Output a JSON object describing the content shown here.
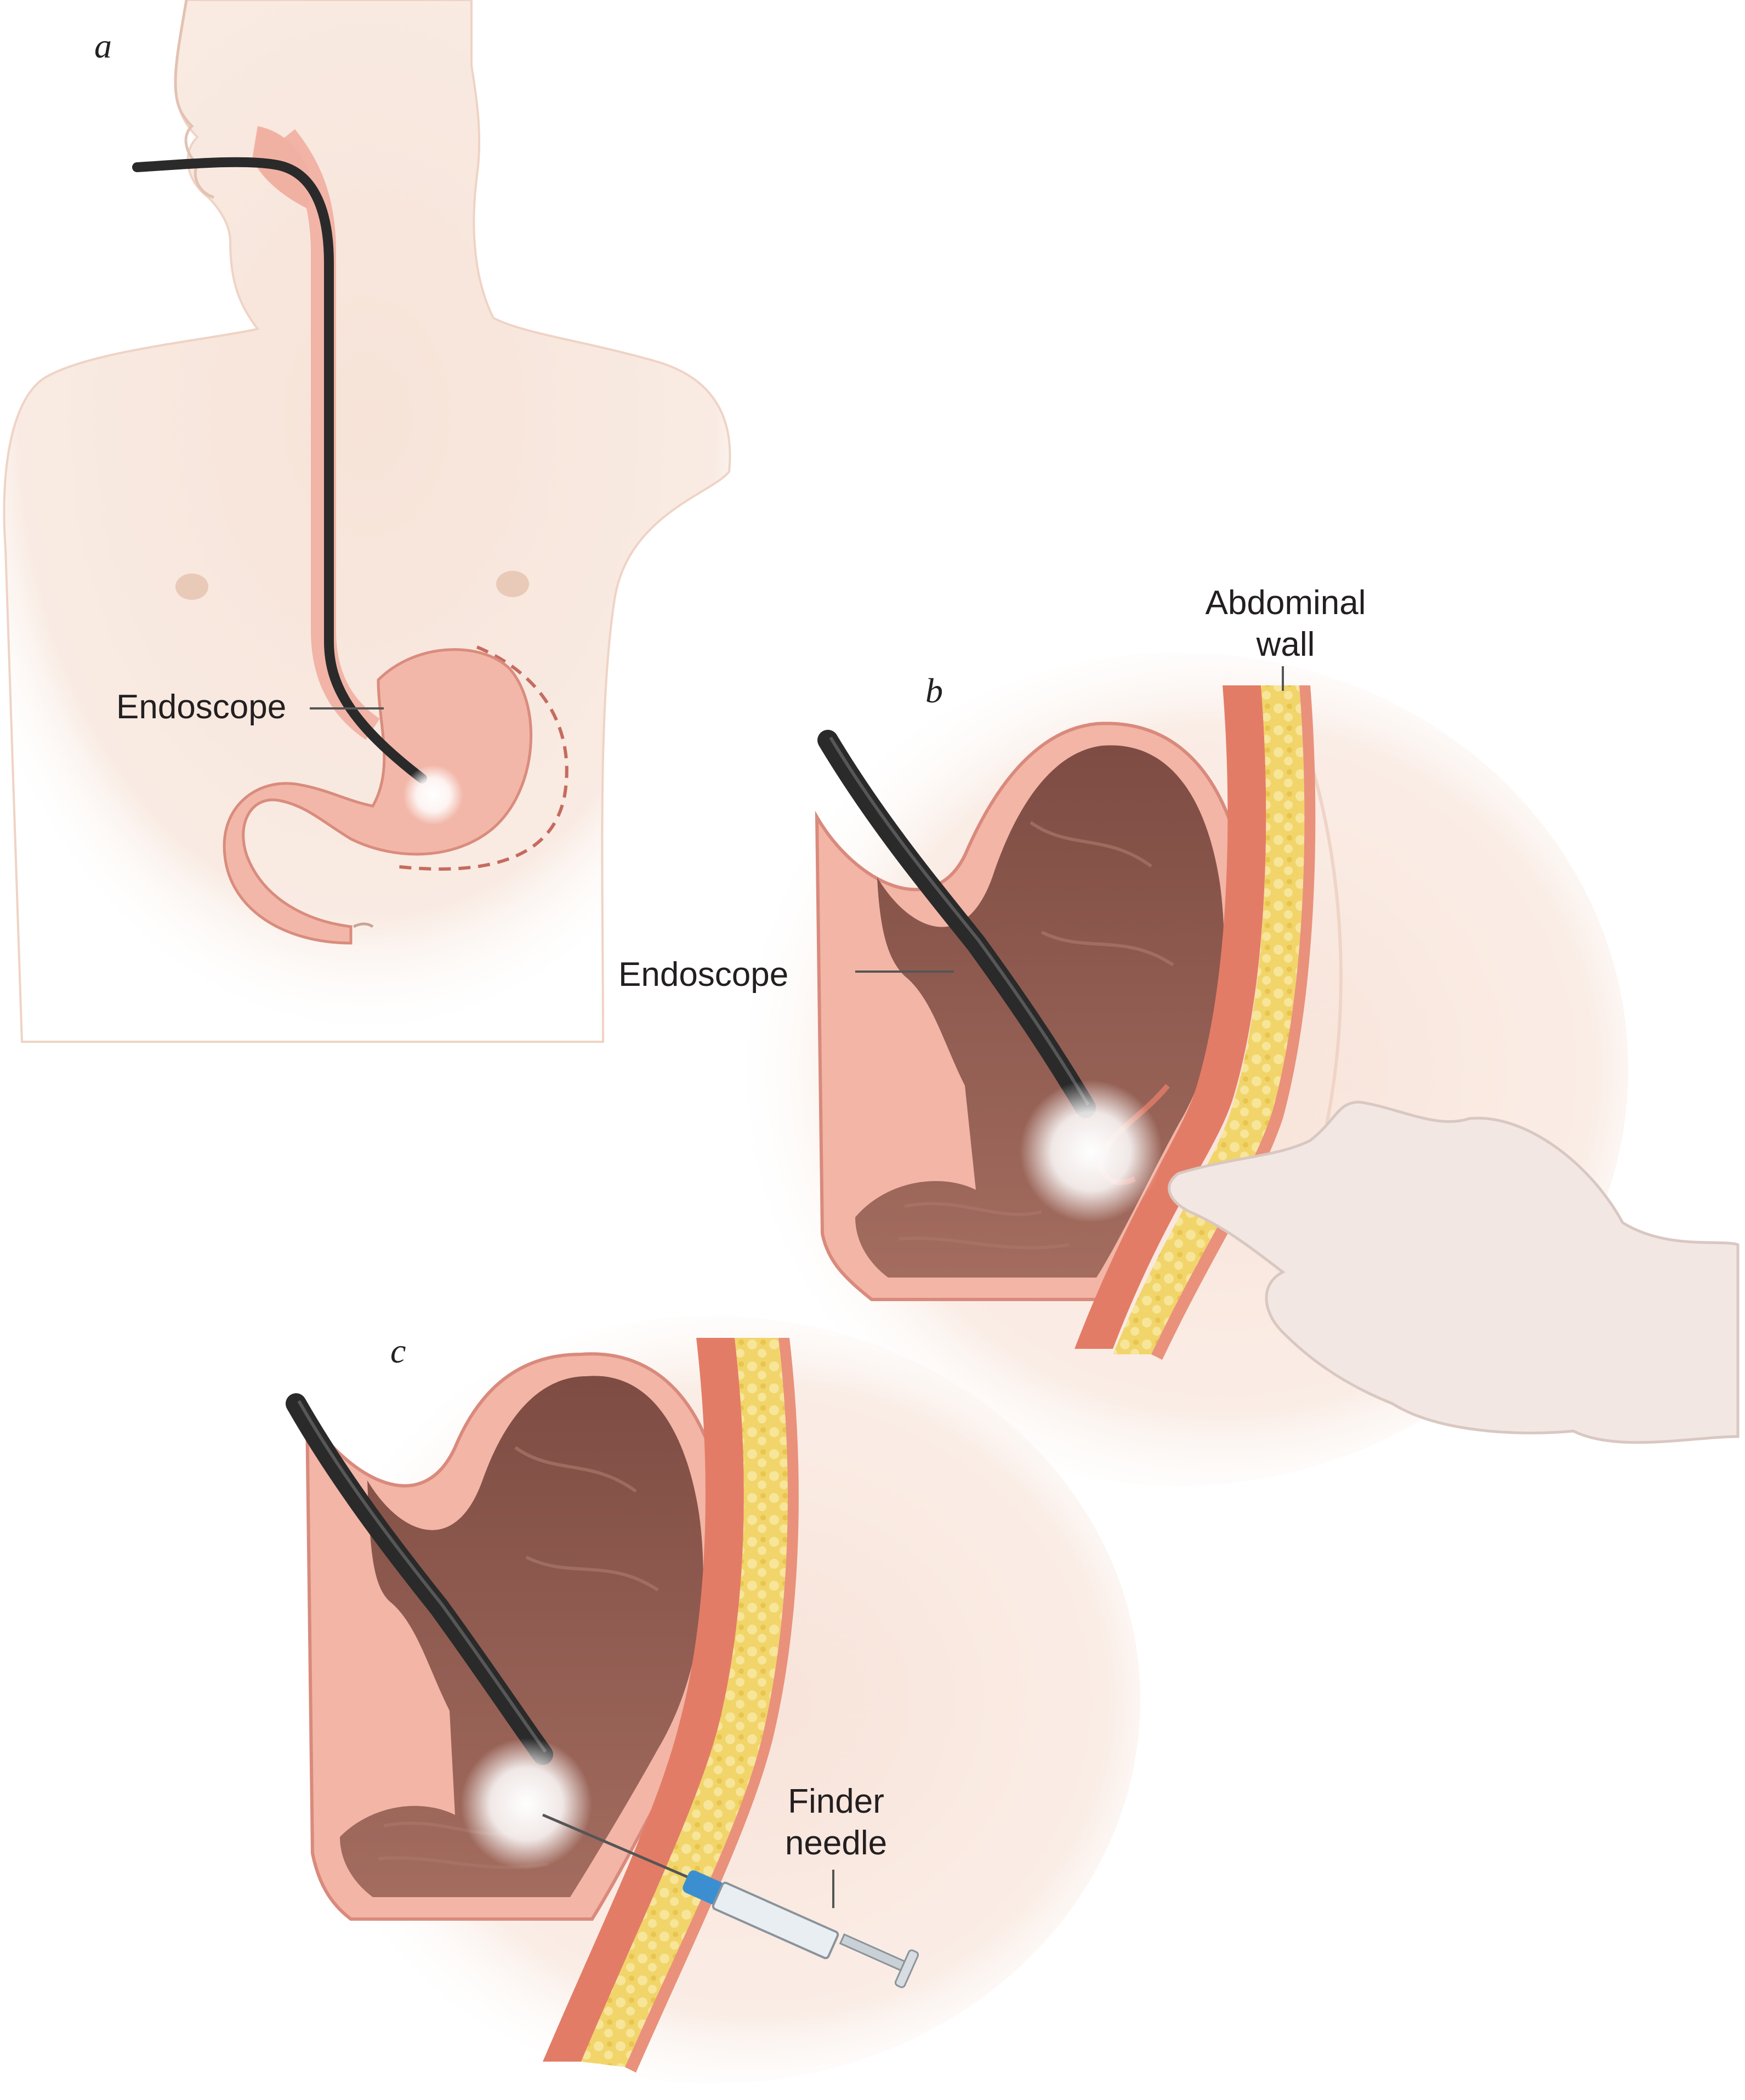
{
  "panels": {
    "a": {
      "letter": "a",
      "label_endoscope": "Endoscope"
    },
    "b": {
      "letter": "b",
      "label_endoscope": "Endoscope",
      "label_wall_line1": "Abdominal",
      "label_wall_line2": "wall"
    },
    "c": {
      "letter": "c",
      "label_needle_line1": "Finder",
      "label_needle_line2": "needle"
    }
  },
  "colors": {
    "skin": "#f8e6dc",
    "skin_edge": "#ecccbc",
    "stomach": "#f2b5a6",
    "stomach_edge": "#d98a7c",
    "lumen": "#8e5a4f",
    "mucosa": "#e89a88",
    "fat": "#f1d56a",
    "muscle": "#e07a64",
    "endoscope": "#2b2b2b",
    "glow": "#ffffff",
    "glove": "#f3e6e2",
    "syringe_blue": "#3b8fd1",
    "leader": "#444444"
  }
}
